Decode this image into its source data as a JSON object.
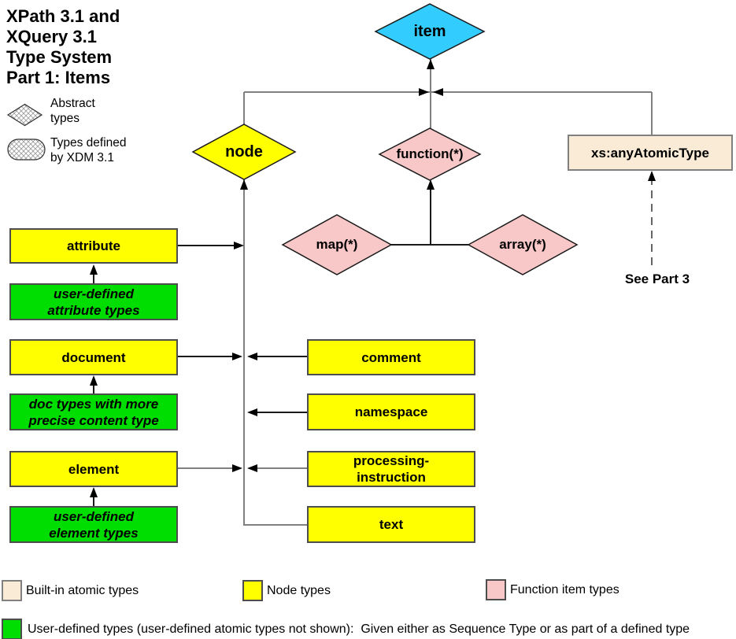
{
  "title": "XPath 3.1 and\nXQuery 3.1\nType System\nPart 1: Items",
  "legend_top": {
    "abstract": "Abstract\ntypes",
    "xdm": "Types defined\nby XDM 3.1"
  },
  "nodes": {
    "item": "item",
    "node": "node",
    "function": "function(*)",
    "map": "map(*)",
    "array": "array(*)",
    "any_atomic": "xs:anyAtomicType",
    "attribute": "attribute",
    "user_attr": "user-defined\nattribute types",
    "document": "document",
    "doc_types": "doc types with more\nprecise content type",
    "element": "element",
    "user_elem": "user-defined\nelement types",
    "comment": "comment",
    "namespace": "namespace",
    "pi": "processing-\ninstruction",
    "text": "text",
    "see_part3": "See Part 3"
  },
  "edges": [
    {
      "from": "node",
      "to": "item"
    },
    {
      "from": "function(*)",
      "to": "item"
    },
    {
      "from": "xs:anyAtomicType",
      "to": "item"
    },
    {
      "from": "map(*)",
      "to": "function(*)"
    },
    {
      "from": "array(*)",
      "to": "function(*)"
    },
    {
      "from": "attribute",
      "to": "node"
    },
    {
      "from": "document",
      "to": "node"
    },
    {
      "from": "element",
      "to": "node"
    },
    {
      "from": "comment",
      "to": "node"
    },
    {
      "from": "namespace",
      "to": "node"
    },
    {
      "from": "processing-instruction",
      "to": "node"
    },
    {
      "from": "text",
      "to": "node"
    },
    {
      "from": "user-defined attribute types",
      "to": "attribute"
    },
    {
      "from": "doc types with more precise content type",
      "to": "document"
    },
    {
      "from": "user-defined element types",
      "to": "element"
    },
    {
      "from": "See Part 3",
      "to": "xs:anyAtomicType",
      "style": "dashed"
    }
  ],
  "legend_bottom": {
    "builtin": "Built-in atomic types",
    "node": "Node types",
    "function": "Function item types",
    "user": "User-defined types (user-defined atomic types not shown):  Given either as Sequence Type or as part of a defined type"
  },
  "colors": {
    "item_fill": "#33CCFF",
    "node_fill": "#FFFF00",
    "function_fill": "#F8C8C8",
    "atomic_fill": "#FAEBD7",
    "user_fill": "#00DD00",
    "bus_line": "#808080",
    "arrow": "#1a1a1a"
  }
}
